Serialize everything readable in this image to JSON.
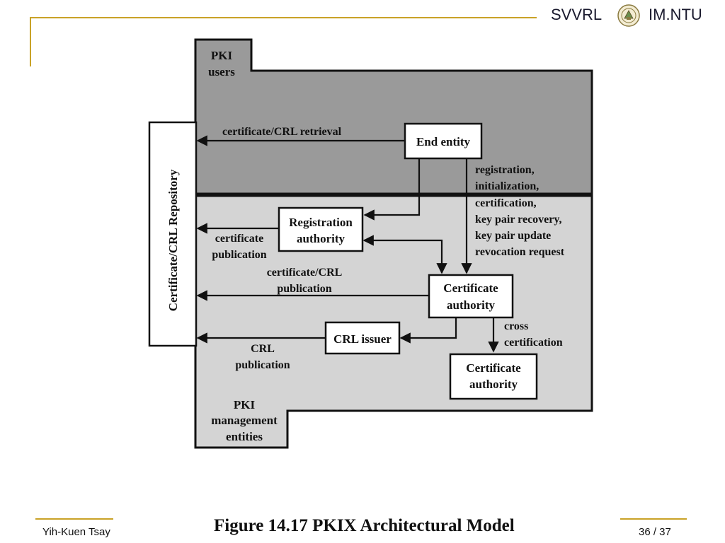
{
  "header": {
    "left_brand": "SVVRL",
    "right_brand": "IM.NTU",
    "seal_icon": "ntu-seal-icon"
  },
  "colors": {
    "accent": "#c9a227",
    "users_region": "#9a9a9a",
    "management_region": "#d4d4d4"
  },
  "diagram": {
    "regions": {
      "pki_users": [
        "PKI",
        "users"
      ],
      "pki_management": [
        "PKI",
        "management",
        "entities"
      ]
    },
    "repository": "Certificate/CRL Repository",
    "nodes": {
      "end_entity": "End entity",
      "registration_authority": [
        "Registration",
        "authority"
      ],
      "certificate_authority": [
        "Certificate",
        "authority"
      ],
      "crl_issuer": "CRL issuer",
      "certificate_authority_2": [
        "Certificate",
        "authority"
      ]
    },
    "labels": {
      "retrieval": "certificate/CRL retrieval",
      "cert_publication": [
        "certificate",
        "publication"
      ],
      "cert_crl_publication": [
        "certificate/CRL",
        "publication"
      ],
      "crl_publication": [
        "CRL",
        "publication"
      ],
      "operations": [
        "registration,",
        "initialization,",
        "certification,",
        "key pair recovery,",
        "key pair update",
        "revocation request"
      ],
      "cross_certification": [
        "cross",
        "certification"
      ]
    }
  },
  "caption": "Figure 14.17  PKIX Architectural Model",
  "footer": {
    "author": "Yih-Kuen Tsay",
    "page": "36 / 37"
  }
}
